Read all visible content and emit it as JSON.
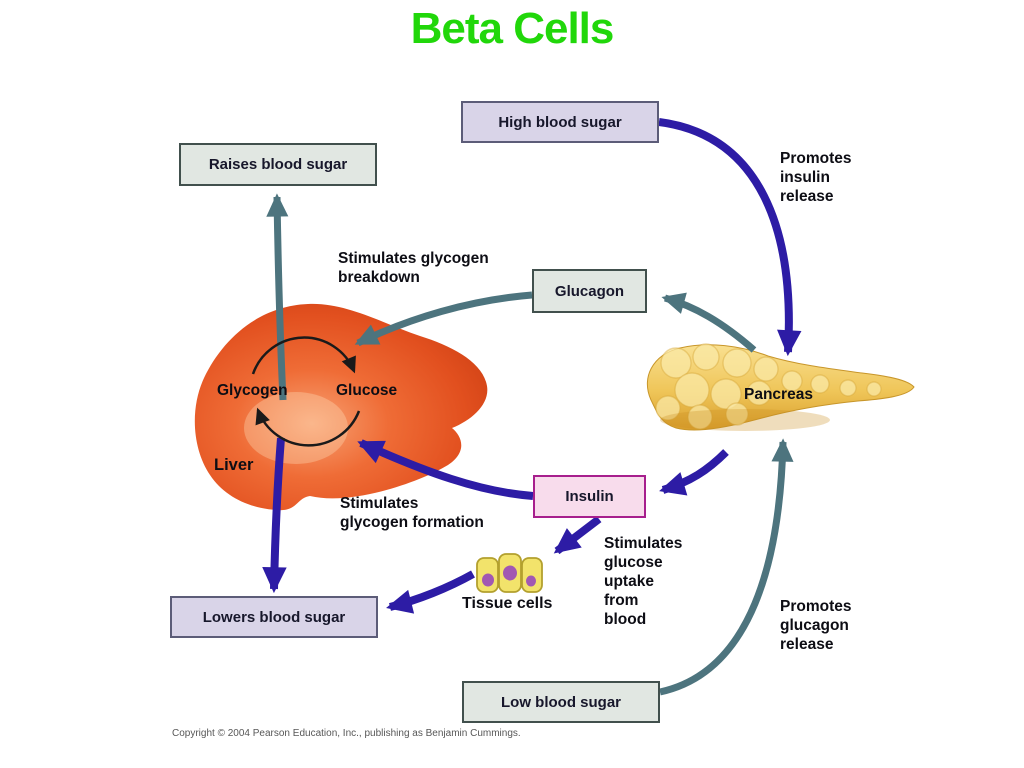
{
  "title": "Beta Cells",
  "colors": {
    "title_green": "#21d70a",
    "arrow_blue": "#2d1ca5",
    "arrow_teal": "#4d747e",
    "cycle_arrow_black": "#1a1a1a",
    "box_lavender_fill": "#d9d4e8",
    "box_mint_fill": "#e1e7e2",
    "insulin_box_fill": "#f8dcec",
    "insulin_box_border": "#a71f8d",
    "liver_orange": "#e2501f",
    "pancreas_gold": "#eec45a",
    "tissue_cell_yellow": "#f2e36b",
    "nucleus_purple": "#a158b2"
  },
  "diagram": {
    "boxes": {
      "high_blood_sugar": {
        "label": "High blood sugar"
      },
      "raises_blood_sugar": {
        "label": "Raises blood sugar"
      },
      "glucagon": {
        "label": "Glucagon"
      },
      "insulin": {
        "label": "Insulin"
      },
      "lowers_blood_sugar": {
        "label": "Lowers blood sugar"
      },
      "low_blood_sugar": {
        "label": "Low blood sugar"
      }
    },
    "organs": {
      "liver": {
        "label": "Liver"
      },
      "pancreas": {
        "label": "Pancreas"
      },
      "tissue_cells": {
        "label": "Tissue cells"
      }
    },
    "cycle": {
      "glycogen_label": "Glycogen",
      "glucose_label": "Glucose"
    },
    "annotations": {
      "stimulates_glycogen_breakdown": "Stimulates glycogen\nbreakdown",
      "stimulates_glycogen_formation": "Stimulates\nglycogen formation",
      "stimulates_glucose_uptake": "Stimulates\nglucose\nuptake\nfrom\nblood",
      "promotes_insulin_release": "Promotes\ninsulin\nrelease",
      "promotes_glucagon_release": "Promotes\nglucagon\nrelease"
    }
  },
  "footer": {
    "copyright": "Copyright © 2004 Pearson Education, Inc., publishing as Benjamin Cummings."
  }
}
